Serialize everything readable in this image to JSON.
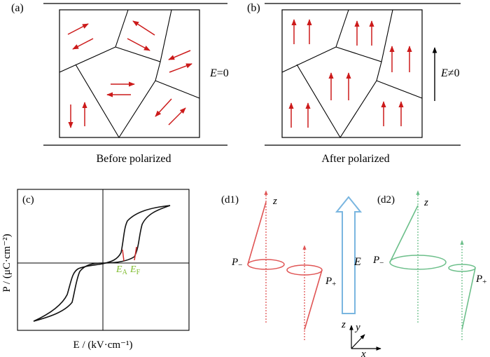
{
  "panels": {
    "a": {
      "label": "(a)",
      "caption": "Before polarized",
      "field_symbol": "E",
      "field_value": "=0"
    },
    "b": {
      "label": "(b)",
      "caption": "After polarized",
      "field_symbol": "E",
      "field_value": "≠0"
    },
    "c": {
      "label": "(c)",
      "ylabel": "P / (μC·cm⁻²)",
      "xlabel": "E / (kV·cm⁻¹)",
      "marker_A_symbol": "E",
      "marker_A_sub": "A",
      "marker_F_symbol": "E",
      "marker_F_sub": "F"
    },
    "d1": {
      "label": "(d1)",
      "z_label": "z",
      "p_minus_symbol": "P",
      "p_minus_sub": "−",
      "p_plus_symbol": "P",
      "p_plus_sub": "+"
    },
    "d2": {
      "label": "(d2)",
      "z_label": "z",
      "p_minus_symbol": "P",
      "p_minus_sub": "−",
      "p_plus_symbol": "P",
      "p_plus_sub": "+"
    },
    "center": {
      "field_label": "E",
      "axis_z": "z",
      "axis_y": "y",
      "axis_x": "x"
    }
  },
  "colors": {
    "arrow_red": "#cc1a1a",
    "d1_red": "#e05555",
    "d2_green": "#6cbf8a",
    "field_arrow_blue": "#7ab6e0",
    "marker_green": "#7dbb2a"
  }
}
